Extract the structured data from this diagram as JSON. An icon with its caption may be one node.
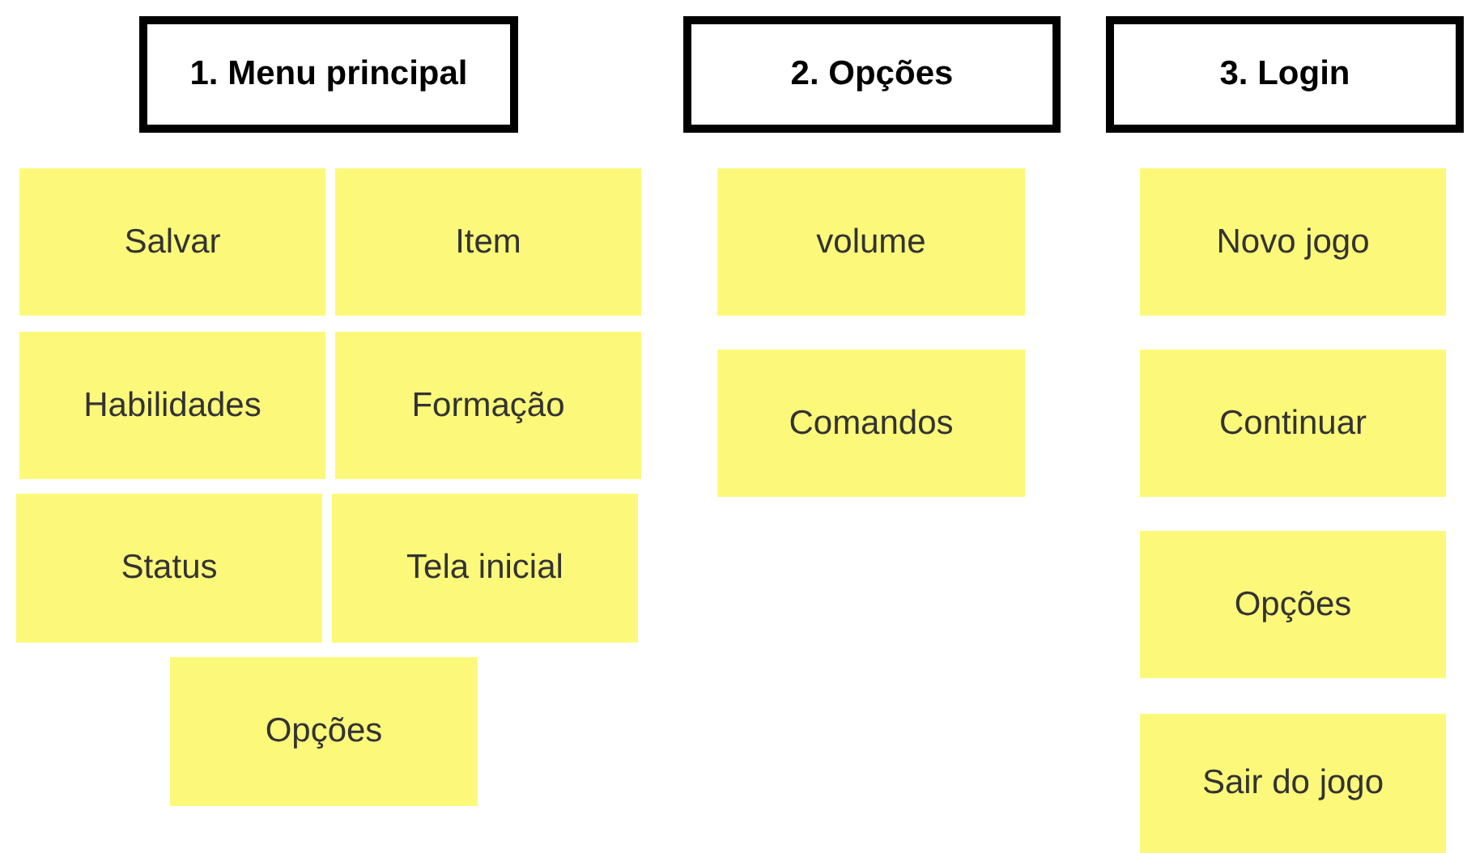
{
  "diagram": {
    "nodes": [
      {
        "text": [
          "1. Menu principal"
        ]
      },
      {
        "text": [
          "2. Opções"
        ]
      },
      {
        "text": [
          "3. Login"
        ]
      },
      {
        "text": [
          "Salvar"
        ]
      },
      {
        "text": [
          "Item"
        ]
      },
      {
        "text": [
          "Habilidades"
        ]
      },
      {
        "text": [
          "Formação"
        ]
      },
      {
        "text": [
          "Status"
        ]
      },
      {
        "text": [
          "Tela inicial"
        ]
      },
      {
        "text": [
          "Opções"
        ]
      },
      {
        "text": [
          "volume"
        ]
      },
      {
        "text": [
          "Comandos"
        ]
      },
      {
        "text": [
          "Novo jogo"
        ]
      },
      {
        "text": [
          "Continuar"
        ]
      },
      {
        "text": [
          "Opções"
        ]
      },
      {
        "text": [
          "Sair do jogo"
        ]
      }
    ]
  }
}
